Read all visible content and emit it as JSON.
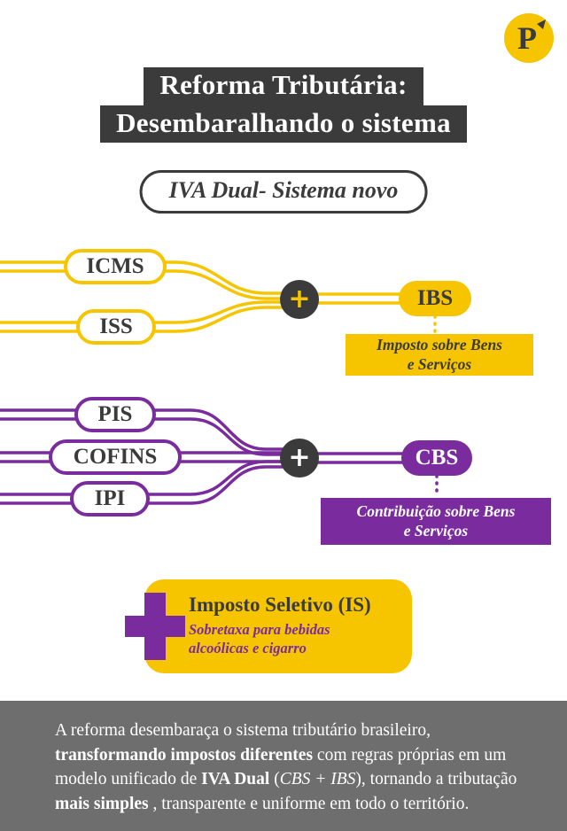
{
  "colors": {
    "yellow": "#f6c500",
    "purple": "#7a2b9d",
    "dark": "#3b3b3b",
    "footer_gray": "#6e6e6e"
  },
  "logo": {
    "letter": "P"
  },
  "header": {
    "title_line1": "Reforma Tributária:",
    "title_line2": "Desembaralhando o sistema"
  },
  "subtitle_pill": {
    "label": "IVA Dual- Sistema novo"
  },
  "diagram_yellow": {
    "sources": [
      "ICMS",
      "ISS"
    ],
    "plus": "+",
    "result": "IBS",
    "caption_line1": "Imposto sobre Bens",
    "caption_line2": "e Serviços"
  },
  "diagram_purple": {
    "sources": [
      "PIS",
      "COFINS",
      "IPI"
    ],
    "plus": "+",
    "result": "CBS",
    "caption_line1": "Contribuição sobre Bens",
    "caption_line2": "e Serviços"
  },
  "selective_tax_card": {
    "title": "Imposto Seletivo (IS)",
    "subtitle_line1": "Sobretaxa para bebidas",
    "subtitle_line2": "alcoólicas e cigarro"
  },
  "footer": {
    "segments": [
      {
        "text": "A reforma desembaraça o sistema tributário brasileiro, ",
        "bold": false,
        "italic": false
      },
      {
        "text": "transformando impostos diferentes",
        "bold": true,
        "italic": false
      },
      {
        "text": " com regras próprias em um modelo unificado de ",
        "bold": false,
        "italic": false
      },
      {
        "text": "IVA Dual",
        "bold": true,
        "italic": false
      },
      {
        "text": " (",
        "bold": false,
        "italic": false
      },
      {
        "text": "CBS + IBS",
        "bold": false,
        "italic": true
      },
      {
        "text": "), tornando a tributação ",
        "bold": false,
        "italic": false
      },
      {
        "text": "mais simples",
        "bold": true,
        "italic": false
      },
      {
        "text": " , transparente e uniforme em todo o território.",
        "bold": false,
        "italic": false
      }
    ]
  }
}
